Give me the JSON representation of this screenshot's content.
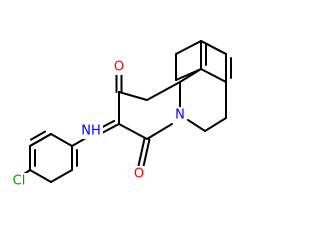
{
  "colors": {
    "bond": "#000000",
    "carbon": "#000000",
    "oxygen": "#ff0000",
    "nitrogen": "#0000ff",
    "chlorine": "#00a000",
    "background": "#ffffff"
  },
  "atoms": {
    "oxygen_top": "O",
    "oxygen_bottom": "O",
    "ring_nitrogen": "N",
    "amine_nh": "NH",
    "chlorine": "Cl"
  }
}
